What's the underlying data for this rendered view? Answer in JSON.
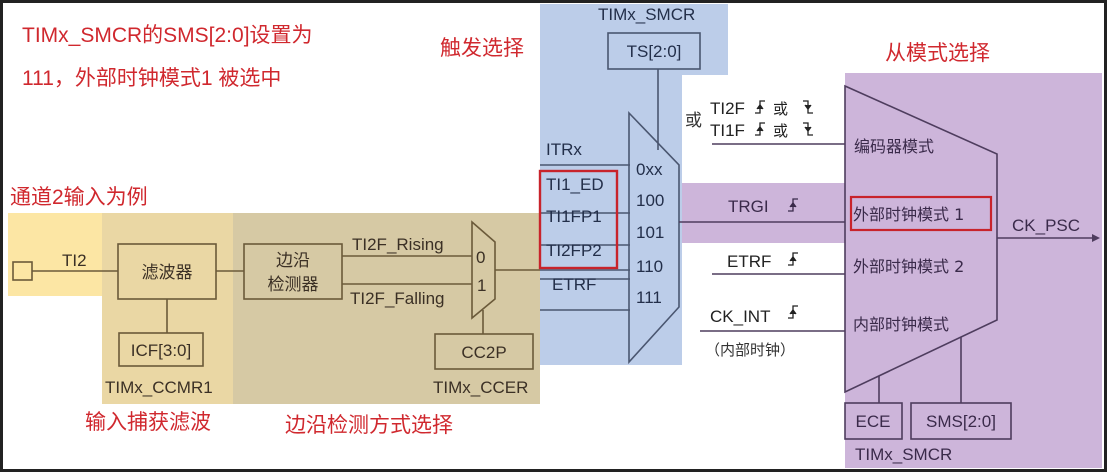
{
  "annotations": {
    "title_line1": "TIMx_SMCR的SMS[2:0]设置为",
    "title_line2": "111，外部时钟模式1 被选中",
    "channel_example": "通道2输入为例",
    "trigger_select": "触发选择",
    "slave_mode_select": "从模式选择",
    "input_capture_filter": "输入捕获滤波",
    "edge_detect_select": "边沿检测方式选择"
  },
  "colors": {
    "input_region": "#fce6a4",
    "filter_region": "#ead7a4",
    "edge_region": "#d6c9a4",
    "trigger_region": "#bccde9",
    "slave_region": "#cdb5da",
    "highlight": "#c8232b",
    "annotation_text": "#d0282e"
  },
  "input_stage": {
    "pin_label": "TI2",
    "filter_block": "滤波器",
    "filter_reg_field": "ICF[3:0]",
    "filter_register": "TIMx_CCMR1"
  },
  "edge_stage": {
    "detector_line1": "边沿",
    "detector_line2": "检测器",
    "rising_signal": "TI2F_Rising",
    "falling_signal": "TI2F_Falling",
    "mux_input_0": "0",
    "mux_input_1": "1",
    "polarity_field": "CC2P",
    "polarity_register": "TIMx_CCER"
  },
  "trigger_stage": {
    "register": "TIMx_SMCR",
    "select_field": "TS[2:0]",
    "inputs": [
      {
        "signal": "ITRx",
        "code": "0xx",
        "highlighted": false
      },
      {
        "signal": "TI1_ED",
        "code": "100",
        "highlighted": true
      },
      {
        "signal": "TI1FP1",
        "code": "101",
        "highlighted": true
      },
      {
        "signal": "TI2FP2",
        "code": "110",
        "highlighted": true
      },
      {
        "signal": "ETRF",
        "code": "111",
        "highlighted": false
      }
    ]
  },
  "slave_stage": {
    "encoder_input_prefix": "或",
    "encoder_input_line1": "TI2F",
    "encoder_input_line2": "TI1F",
    "or_word": "或",
    "inputs": [
      {
        "signal": "TRGI",
        "mode": "外部时钟模式 1",
        "selected": true
      },
      {
        "signal": "ETRF",
        "mode": "外部时钟模式 2",
        "selected": false
      },
      {
        "signal": "CK_INT",
        "mode": "内部时钟模式",
        "selected": false
      }
    ],
    "encoder_mode": "编码器模式",
    "internal_clock_note": "（内部时钟）",
    "output_signal": "CK_PSC",
    "fields": [
      "ECE",
      "SMS[2:0]"
    ],
    "register": "TIMx_SMCR"
  }
}
